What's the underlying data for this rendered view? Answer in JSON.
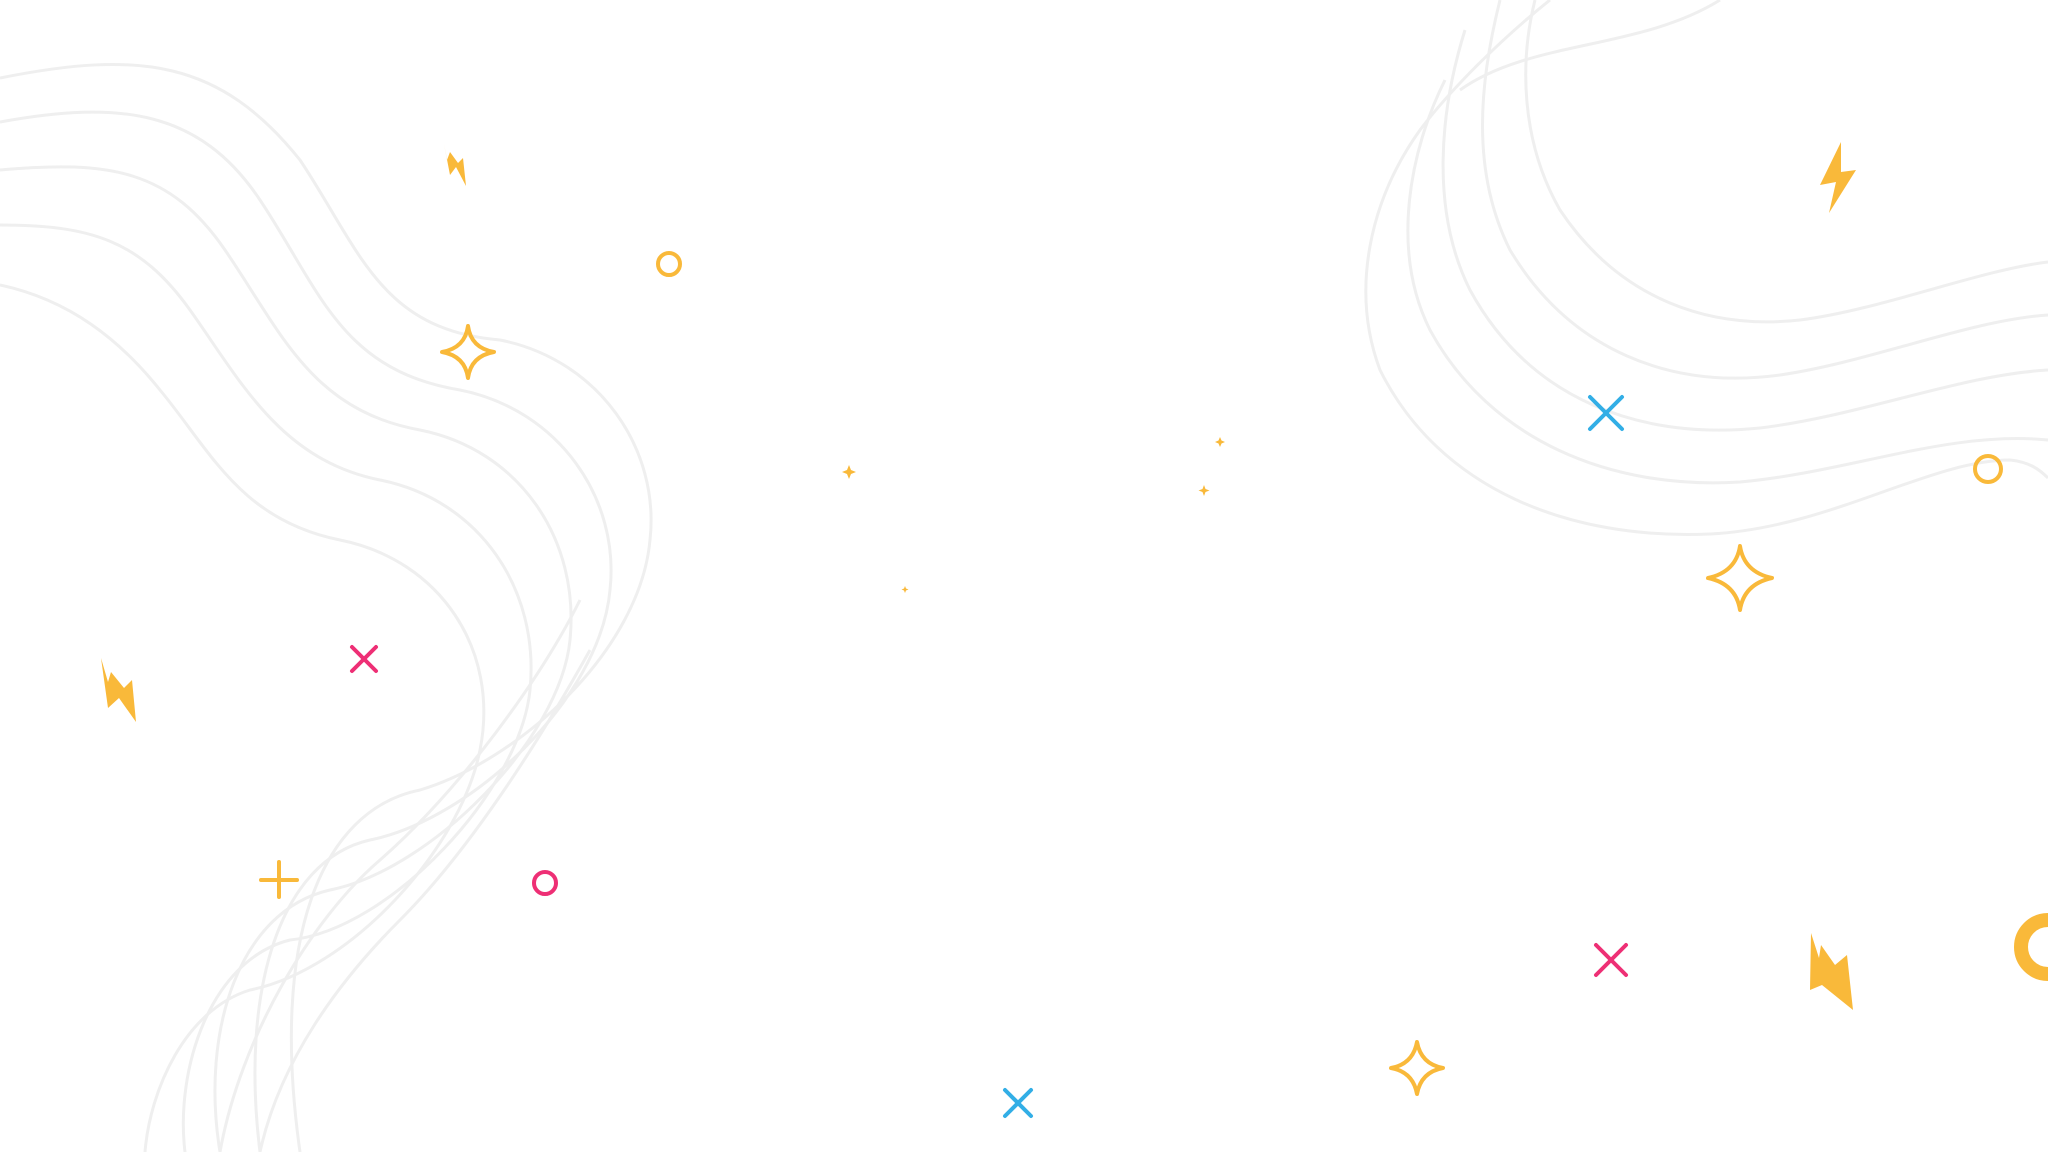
{
  "background": {
    "color": "#ffffff",
    "line_color": "#efefef"
  },
  "palette": {
    "yellow": "#F9B93A",
    "pink": "#EE2F75",
    "blue": "#32AEE6"
  },
  "decorations": {
    "icon_names": [
      "lightning-icon",
      "sparkle-icon",
      "ring-icon",
      "cross-icon",
      "plus-icon"
    ],
    "counts": {
      "lightning-icon": 4,
      "sparkle-icon": 7,
      "ring-icon": 4,
      "cross-icon": 4,
      "plus-icon": 1
    }
  }
}
